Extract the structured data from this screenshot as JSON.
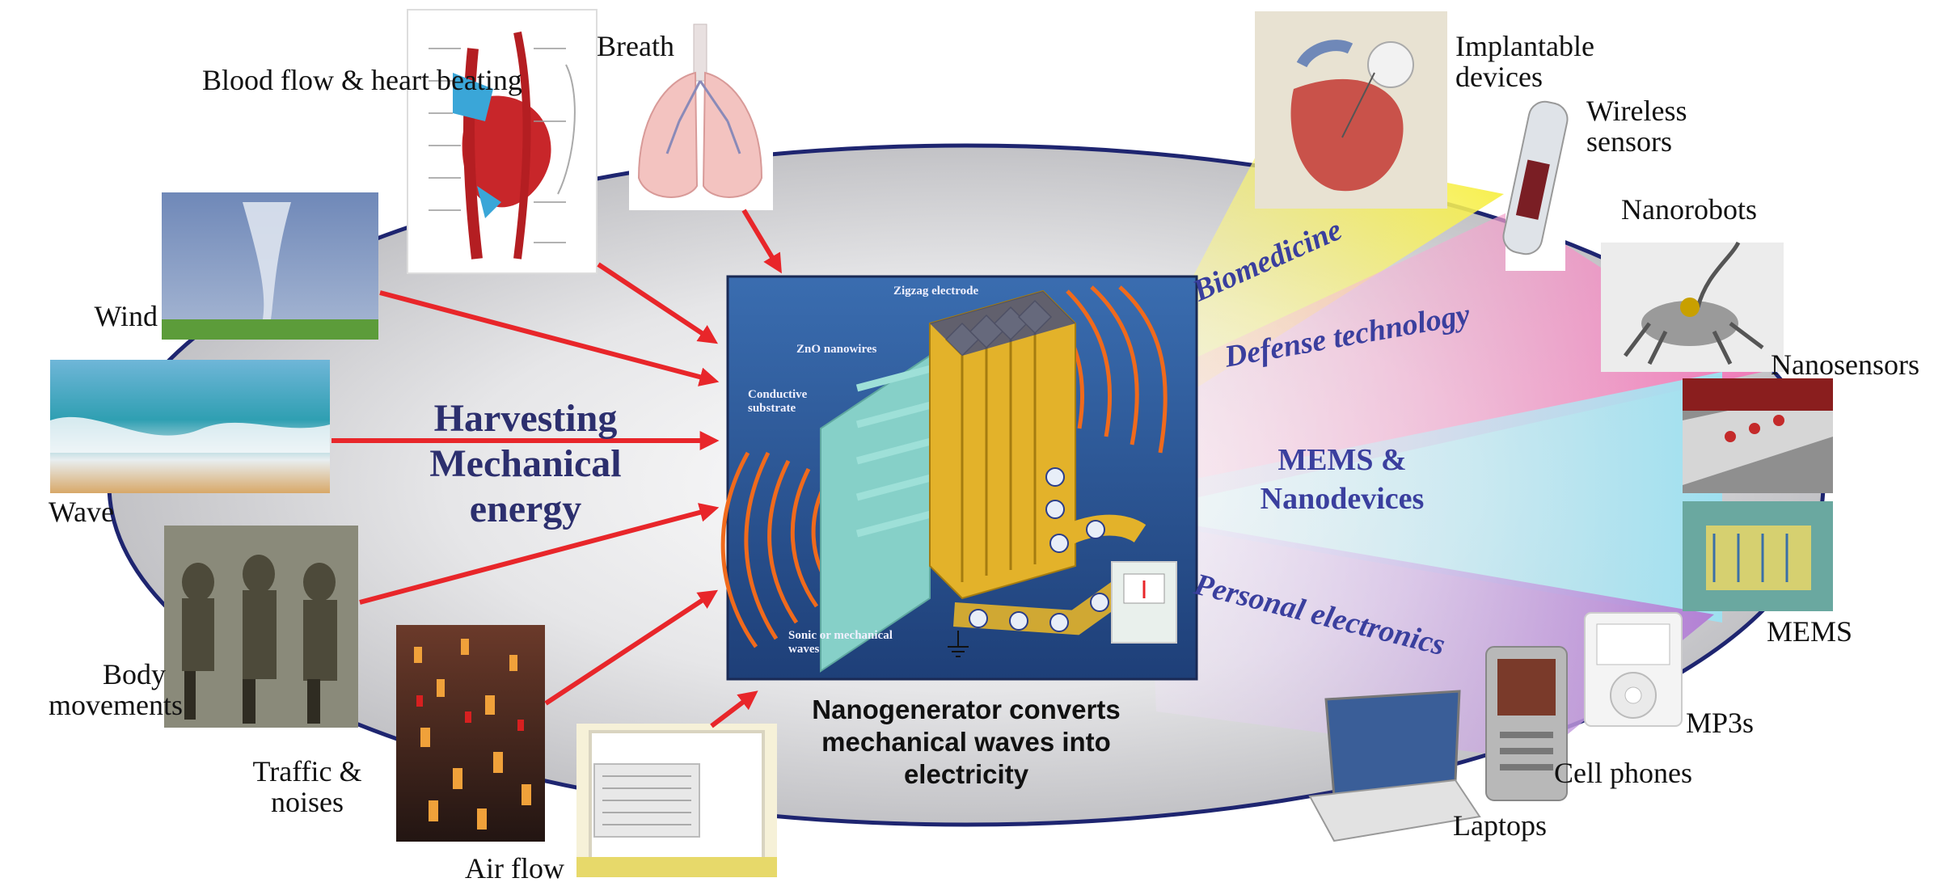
{
  "colors": {
    "arrow": "#e8262a",
    "ellipse_border": "#1e2570",
    "heading": "#2c2f6e",
    "application_text": "#3a3f9e",
    "nanogenerator_bg": "#2a4f8e",
    "wave_lines": "#f06a1c",
    "electrode_gold": "#e3b22a"
  },
  "center": {
    "heading": "Harvesting Mechanical energy",
    "caption": "Nanogenerator converts mechanical waves into electricity",
    "labels": {
      "zigzag": "Zigzag electrode",
      "nanowires": "ZnO nanowires",
      "substrate": "Conductive substrate",
      "waves": "Sonic or mechanical waves"
    }
  },
  "sources": {
    "blood": "Blood flow & heart beating",
    "breath": "Breath",
    "wind": "Wind",
    "wave": "Wave",
    "body": "Body movements",
    "traffic": "Traffic & noises",
    "air": "Air flow"
  },
  "applications": {
    "biomedicine": "Biomedicine",
    "defense": "Defense technology",
    "mems_nano": "MEMS & Nanodevices",
    "personal": "Personal electronics"
  },
  "devices": {
    "implantable": "Implantable devices",
    "wireless": "Wireless sensors",
    "nanorobots": "Nanorobots",
    "nanosensors": "Nanosensors",
    "mems": "MEMS",
    "mp3": "MP3s",
    "cell": "Cell phones",
    "laptops": "Laptops"
  }
}
